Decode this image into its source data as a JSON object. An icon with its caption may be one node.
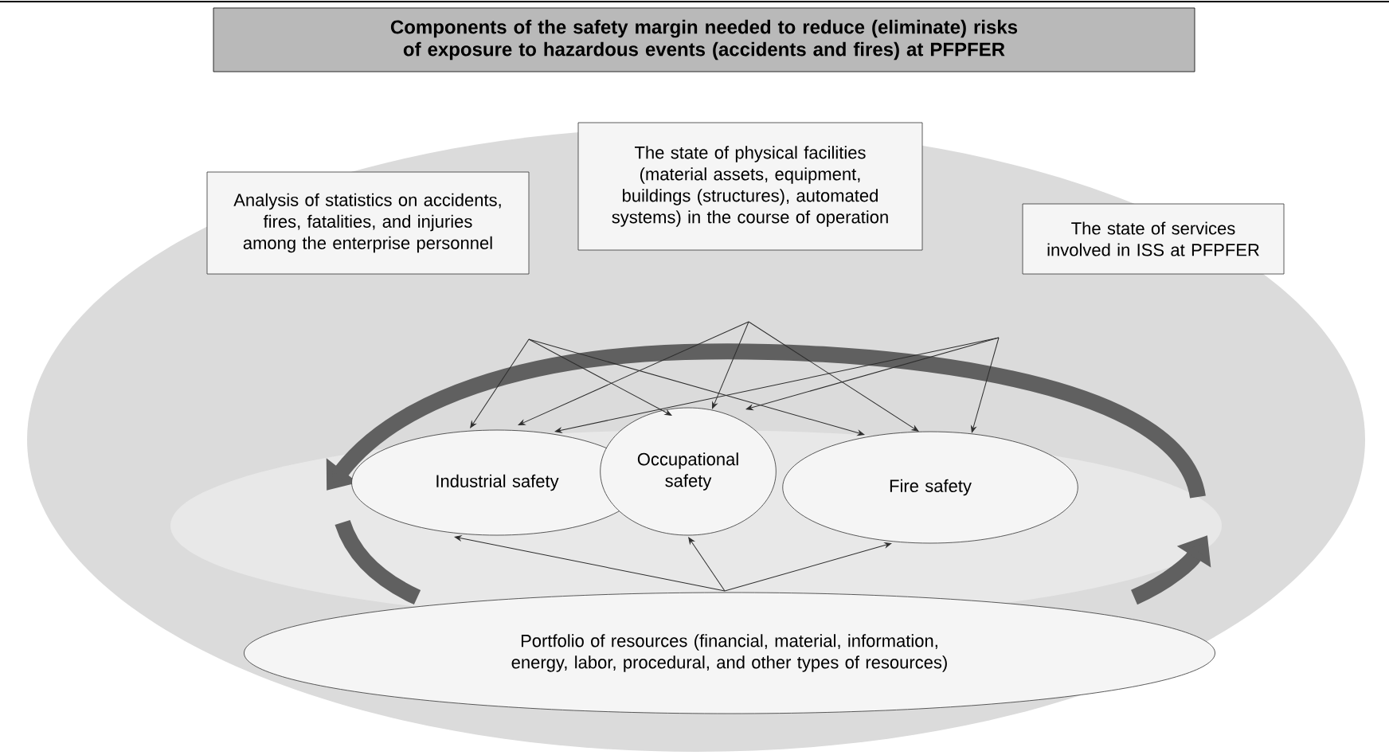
{
  "diagram": {
    "title": "Components of the safety margin needed to reduce (eliminate) risks of exposure to hazardous events (accidents and fires) at PFPFER",
    "nodes": [
      {
        "text": [
          "Analysis of statistics on accidents, fires, fatalities, and injuries among the enterprise personnel"
        ]
      },
      {
        "text": [
          "The state of physical facilities (material assets, equipment, buildings (structures), automated systems) in the course of operation"
        ]
      },
      {
        "text": [
          "The state of services involved in ISS at PFPFER"
        ]
      },
      {
        "text": [
          "Industrial safety"
        ]
      },
      {
        "text": [
          "Occupational safety"
        ]
      },
      {
        "text": [
          "Fire safety"
        ]
      },
      {
        "text": [
          "Portfolio of resources (financial, material, information, energy, labor, procedural, and other types of resources)"
        ]
      }
    ],
    "edges": [
      {
        "from": 0,
        "to": 3,
        "arrow": "to"
      },
      {
        "from": 0,
        "to": 4,
        "arrow": "to"
      },
      {
        "from": 0,
        "to": 5,
        "arrow": "to"
      },
      {
        "from": 1,
        "to": 3,
        "arrow": "to"
      },
      {
        "from": 1,
        "to": 4,
        "arrow": "to"
      },
      {
        "from": 1,
        "to": 5,
        "arrow": "to"
      },
      {
        "from": 2,
        "to": 3,
        "arrow": "to"
      },
      {
        "from": 2,
        "to": 4,
        "arrow": "to"
      },
      {
        "from": 2,
        "to": 5,
        "arrow": "to"
      },
      {
        "from": 6,
        "to": 3,
        "arrow": "to"
      },
      {
        "from": 6,
        "to": 4,
        "arrow": "to"
      },
      {
        "from": 6,
        "to": 5,
        "arrow": "to"
      }
    ]
  }
}
